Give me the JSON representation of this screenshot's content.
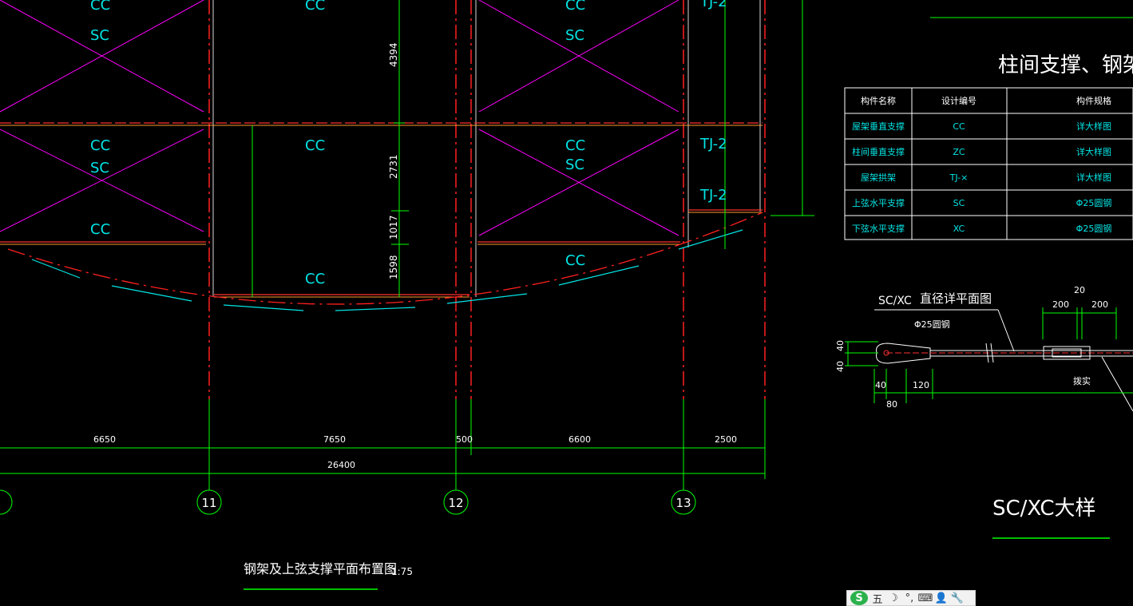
{
  "colors": {
    "background": "#000000",
    "dimension": "#00ff00",
    "column_axis": "#ff2020",
    "beam": "#ff3030",
    "brace": "#ff00ff",
    "label": "#00e5e5",
    "edge": "#00e5e5",
    "white": "#ffffff",
    "orange": "#ff9a2e"
  },
  "plan": {
    "brace_labels": {
      "bay1_top_cc": "CC",
      "bay1_top_sc": "SC",
      "bay1_mid_cc": "CC",
      "bay1_mid_sc": "SC",
      "bay1_bottom_cc": "CC",
      "bay2_top_cc": "CC",
      "bay2_mid_cc": "CC",
      "bay2_bottom_cc": "CC",
      "bay3_top_cc": "CC",
      "bay3_top_sc": "SC",
      "bay3_mid_cc": "CC",
      "bay3_mid_sc": "SC",
      "bay3_bottom_cc": "CC",
      "tj_top": "TJ-2",
      "tj_mid": "TJ-2",
      "tj_low": "TJ-2"
    },
    "vertical_dims": [
      "4394",
      "2731",
      "1017",
      "1598"
    ],
    "horizontal_dims": [
      "6650",
      "7650",
      "500",
      "6600",
      "2500"
    ],
    "total_dim": "26400",
    "axis_labels": [
      "11",
      "12",
      "13"
    ],
    "title": "钢架及上弦支撑平面布置图",
    "scale": "1:75"
  },
  "table": {
    "title": "柱间支撑、钢架支撑构件",
    "headers": [
      "构件名称",
      "设计编号",
      "构件规格"
    ],
    "rows": [
      [
        "屋架垂直支撑",
        "CC",
        "详大样图"
      ],
      [
        "柱间垂直支撑",
        "ZC",
        "详大样图"
      ],
      [
        "屋架拱架",
        "TJ-×",
        "详大样图"
      ],
      [
        "上弦水平支撑",
        "SC",
        "Φ25圆钢"
      ],
      [
        "下弦水平支撑",
        "XC",
        "Φ25圆钢"
      ]
    ]
  },
  "detail": {
    "title_code": "SC/XC",
    "title_text": "直径详平面图",
    "rod_label": "Φ25圆钢",
    "dims": {
      "d20": "20",
      "d200a": "200",
      "d200b": "200",
      "d40a": "40",
      "d40b": "40",
      "d40c": "40",
      "d120": "120",
      "d80": "80"
    },
    "note": "拨实",
    "big_title": "SC/XC大样"
  },
  "ime": {
    "logo": "S",
    "mode": "五",
    "items": [
      "☽",
      "°,",
      "⌨",
      "👤",
      "🔧"
    ]
  }
}
